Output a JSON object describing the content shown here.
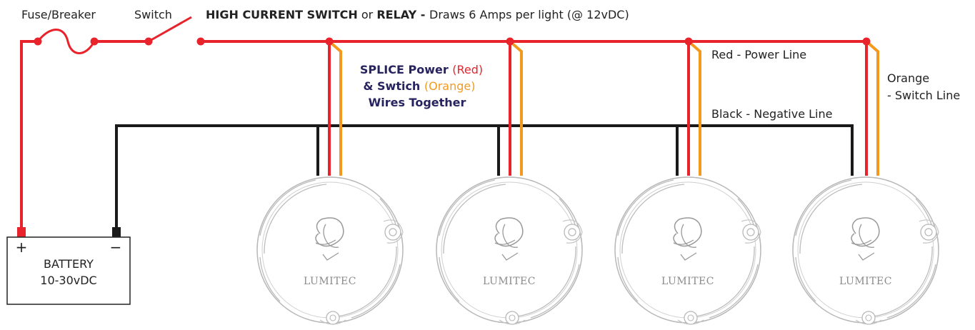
{
  "colors": {
    "power": "#e8232b",
    "switch_line": "#f39a1e",
    "negative": "#1a1a1a",
    "splice_text": "#27235f",
    "node": "#e8232b"
  },
  "labels": {
    "fuse": "Fuse/Breaker",
    "switch": "Switch",
    "header_bold_1": "HIGH CURRENT SWITCH",
    "header_or": " or ",
    "header_bold_2": "RELAY - ",
    "header_rest": "Draws 6 Amps per light (@ 12vDC)",
    "splice_line1_a": "SPLICE Power ",
    "splice_line1_b": "(Red)",
    "splice_line2_a": "& Swtich ",
    "splice_line2_b": "(Orange)",
    "splice_line3": "Wires Together",
    "red_line": "Red - Power Line",
    "orange_line1": "Orange",
    "orange_line2": "- Switch Line",
    "black_line": "Black - Negative Line"
  },
  "battery": {
    "plus": "+",
    "minus": "−",
    "name": "BATTERY",
    "voltage": "10-30vDC"
  },
  "lights": [
    {
      "brand": "LUMITEC"
    },
    {
      "brand": "LUMITEC"
    },
    {
      "brand": "LUMITEC"
    },
    {
      "brand": "LUMITEC"
    }
  ]
}
